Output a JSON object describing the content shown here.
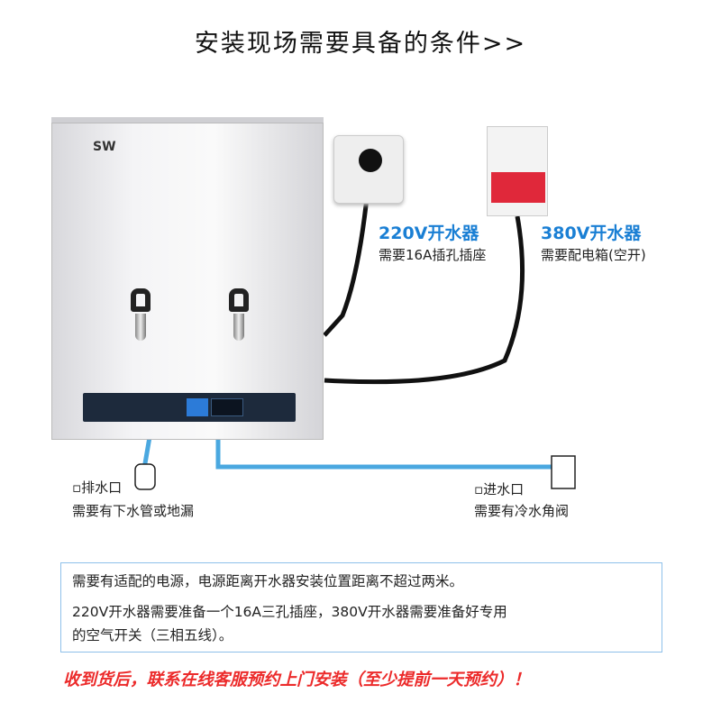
{
  "title": "安装现场需要具备的条件>>",
  "heater_brand": "SW",
  "power_220": {
    "title": "220V开水器",
    "desc": "需要16A插孔插座"
  },
  "power_380": {
    "title": "380V开水器",
    "desc": "需要配电箱(空开)"
  },
  "drain": {
    "title": "▫排水口",
    "desc": "需要有下水管或地漏"
  },
  "inlet": {
    "title": "▫进水口",
    "desc": "需要有冷水角阀"
  },
  "info": {
    "line1": "需要有适配的电源，电源距离开水器安装位置距离不超过两米。",
    "line2": "220V开水器需要准备一个16A三孔插座，380V开水器需要准备好专用",
    "line3": "的空气开关（三相五线）。"
  },
  "notice": "收到货后，联系在线客服预约上门安装（至少提前一天预约）！",
  "colors": {
    "accent": "#1a7fd4",
    "notice": "#ec2b2b",
    "pipe": "#4aa8e0"
  }
}
